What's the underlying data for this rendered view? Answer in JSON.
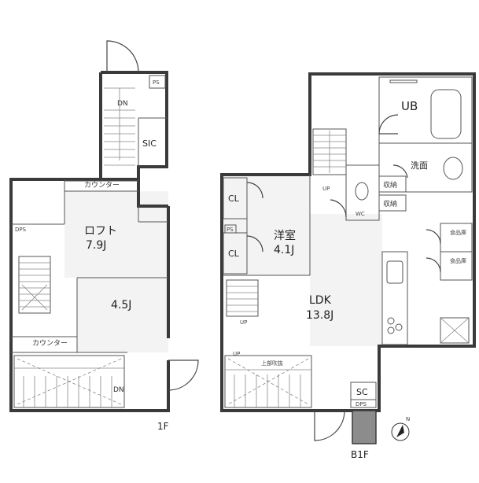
{
  "floor_1f": {
    "tag": "1F",
    "loft": {
      "name": "ロフト",
      "size": "7.9J"
    },
    "room": {
      "size": "4.5J"
    },
    "counter_top": "カウンター",
    "counter_bottom": "カウンター",
    "sic": "SIC",
    "ps": "PS",
    "dps": "DPS",
    "stair_dn_top": "DN",
    "stair_dn_bottom": "DN"
  },
  "floor_b1f": {
    "tag": "B1F",
    "ub": "UB",
    "washroom": "洗面",
    "storage_1": "収納",
    "storage_2": "収納",
    "wc": "WC",
    "closet_1": "CL",
    "closet_2": "CL",
    "bedroom": {
      "name": "洋室",
      "size": "4.1J"
    },
    "ldk": {
      "name": "LDK",
      "size": "13.8J"
    },
    "pantry_1": "食品庫",
    "pantry_2": "食品庫",
    "ps": "PS",
    "sc": "SC",
    "dps": "DPS",
    "open_above": "上部吹抜",
    "stair_up_1": "UP",
    "stair_up_2": "UP",
    "stair_up_3": "UP"
  },
  "compass": {
    "north": "N"
  }
}
